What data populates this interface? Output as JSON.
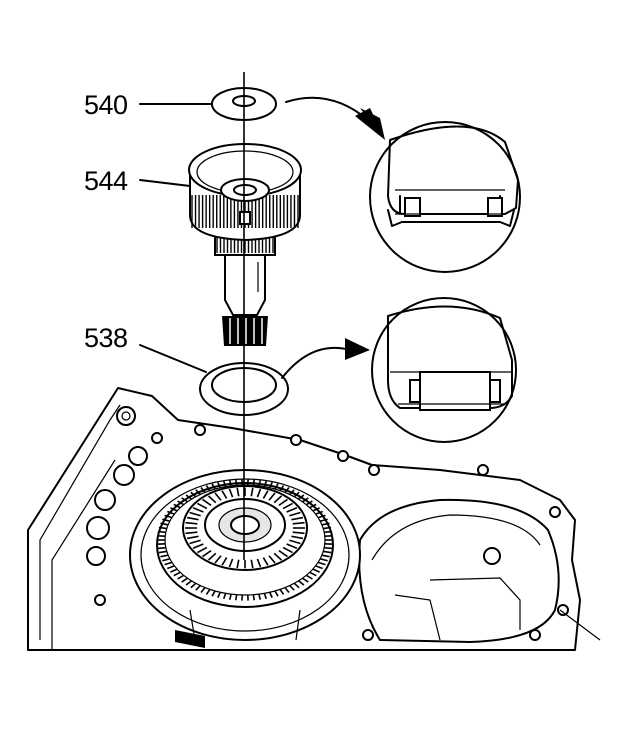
{
  "callouts": {
    "washer_top": "540",
    "shaft_gear": "544",
    "washer_bottom": "538"
  },
  "colors": {
    "line": "#000000",
    "background": "#ffffff"
  }
}
